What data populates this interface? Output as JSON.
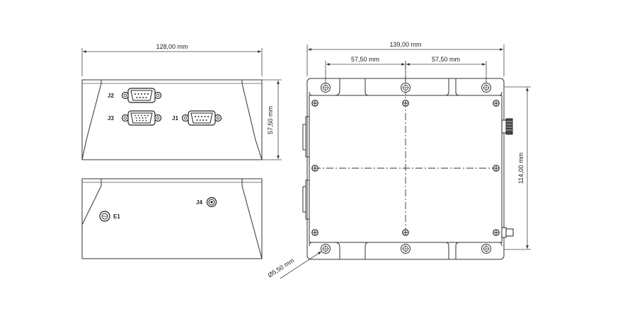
{
  "dimensions": {
    "front_width": "128,00 mm",
    "front_height": "57,50 mm",
    "top_width": "139,00 mm",
    "hole_spacing_left": "57,50 mm",
    "hole_spacing_right": "57,50 mm",
    "top_height": "114,00 mm",
    "hole_diameter": "Ø5,50 mm"
  },
  "connectors": {
    "j1": "J1",
    "j2": "J2",
    "j3": "J3",
    "j4": "J4",
    "e1": "E1"
  }
}
